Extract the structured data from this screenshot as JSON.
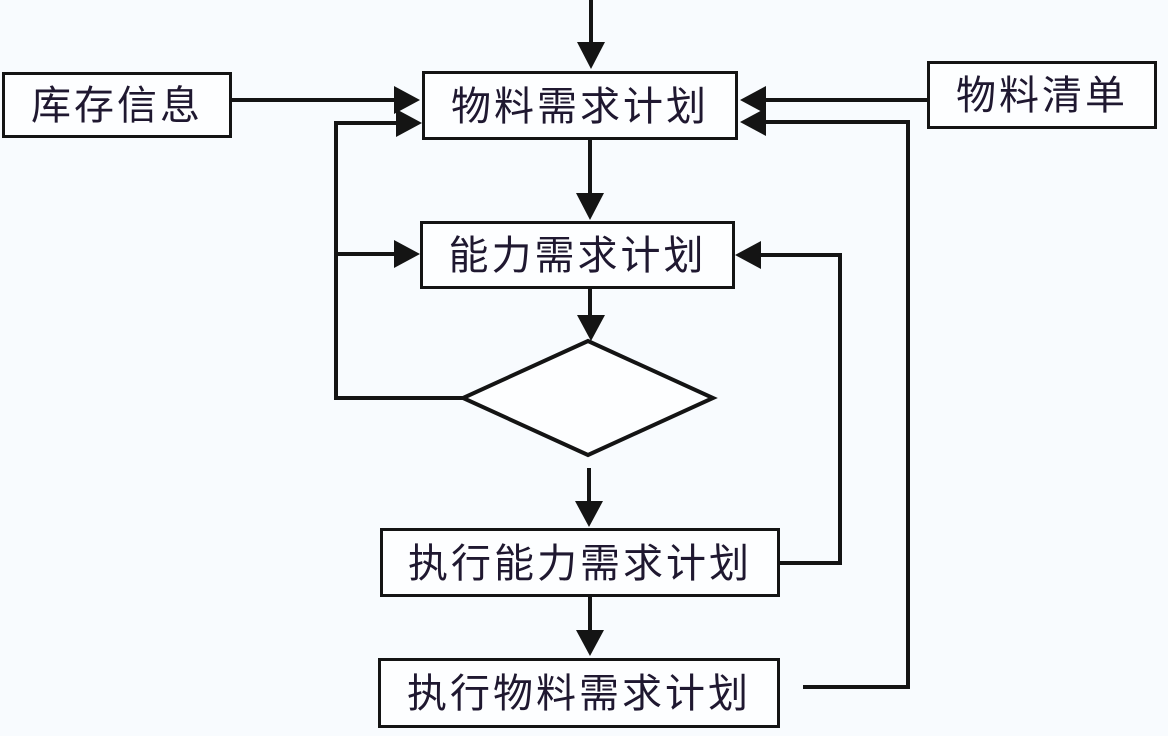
{
  "nodes": {
    "inventory_info": {
      "label": "库存信息"
    },
    "mrp": {
      "label": "物料需求计划"
    },
    "bom": {
      "label": "物料清单"
    },
    "crp": {
      "label": "能力需求计划"
    },
    "decision": {
      "label": ""
    },
    "execute_crp": {
      "label": "执行能力需求计划"
    },
    "execute_mrp": {
      "label": "执行物料需求计划"
    }
  },
  "edges": [
    {
      "from": "offscreen-top",
      "to": "mrp",
      "style": "arrow-down"
    },
    {
      "from": "inventory_info",
      "to": "mrp",
      "style": "arrow-right"
    },
    {
      "from": "bom",
      "to": "mrp",
      "style": "arrow-left"
    },
    {
      "from": "mrp",
      "to": "crp",
      "style": "arrow-down"
    },
    {
      "from": "crp",
      "to": "decision",
      "style": "arrow-down"
    },
    {
      "from": "decision",
      "to": "execute_crp",
      "style": "arrow-down"
    },
    {
      "from": "execute_crp",
      "to": "execute_mrp",
      "style": "arrow-down"
    },
    {
      "from": "decision",
      "to": "mrp",
      "style": "feedback-left-arrow"
    },
    {
      "from": "decision",
      "to": "crp",
      "style": "feedback-left-arrow"
    },
    {
      "from": "execute_crp",
      "to": "crp",
      "style": "feedback-right-arrow"
    },
    {
      "from": "execute_mrp",
      "to": "mrp",
      "style": "feedback-right-arrow"
    }
  ],
  "colors": {
    "background": "#f8fbfe",
    "node_fill": "#fdfeff",
    "line": "#141414",
    "text": "#1f1830"
  }
}
